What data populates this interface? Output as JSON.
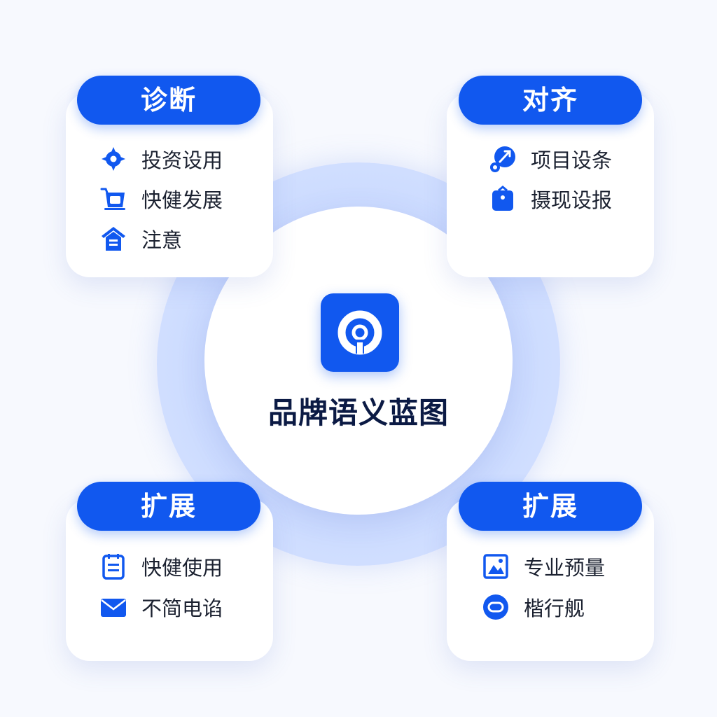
{
  "center": {
    "title": "品牌语义蓝图",
    "logo_icon": "brand-q-logo-icon"
  },
  "colors": {
    "accent": "#1158ef",
    "title_text": "#0b1a44",
    "body_text": "#1b2130",
    "ring": "#cddcff"
  },
  "cards": {
    "top_left": {
      "title": "诊断",
      "items": [
        {
          "label": "投资设用",
          "icon": "compass-target-icon"
        },
        {
          "label": "快健发展",
          "icon": "cart-basket-icon"
        },
        {
          "label": "注意",
          "icon": "house-list-icon"
        }
      ]
    },
    "top_right": {
      "title": "对齐",
      "items": [
        {
          "label": "项目设条",
          "icon": "rocket-launch-icon"
        },
        {
          "label": "摄现设报",
          "icon": "bag-icon"
        }
      ]
    },
    "bottom_left": {
      "title": "扩展",
      "items": [
        {
          "label": "快健使用",
          "icon": "calendar-list-icon"
        },
        {
          "label": "不简电谄",
          "icon": "envelope-icon"
        }
      ]
    },
    "bottom_right": {
      "title": "扩展",
      "items": [
        {
          "label": "专业预量",
          "icon": "image-frame-icon"
        },
        {
          "label": "楷行舰",
          "icon": "link-circle-icon"
        }
      ]
    }
  }
}
